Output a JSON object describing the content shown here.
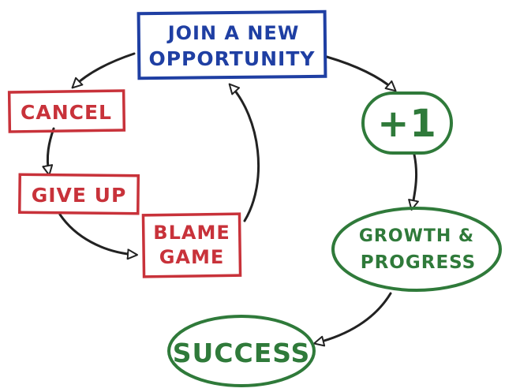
{
  "diagram": {
    "colors": {
      "blue": "#1f3fa3",
      "red": "#c8323a",
      "green": "#2f7a3a",
      "ink": "#222222",
      "background": "#ffffff"
    },
    "nodes": {
      "join": {
        "line1": "JOIN A NEW",
        "line2": "OPPORTUNITY"
      },
      "cancel": {
        "text": "CANCEL"
      },
      "give_up": {
        "text": "GIVE UP"
      },
      "blame": {
        "line1": "BLAME",
        "line2": "GAME"
      },
      "plus_one": {
        "text": "+1"
      },
      "growth": {
        "line1": "GROWTH &",
        "line2": "PROGRESS"
      },
      "success": {
        "text": "SUCCESS"
      }
    }
  }
}
